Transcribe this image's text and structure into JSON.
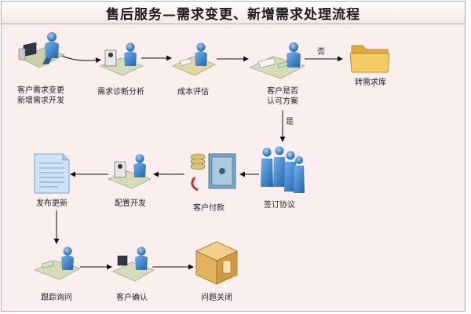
{
  "title": "售后服务—需求变更、新增需求处理流程",
  "nodes": {
    "req_change_line1": "客户需求变更",
    "req_change_line2": "新增需求开发",
    "diagnosis": "需求诊断分析",
    "cost": "成本评估",
    "accept_line1": "客户是否",
    "accept_line2": "认可方案",
    "archive": "转需求库",
    "contract": "签订协议",
    "payment": "客户付款",
    "config": "配置开发",
    "release": "发布更新",
    "follow": "跟踪询问",
    "confirm": "客户确认",
    "close": "问题关闭"
  },
  "edge_labels": {
    "no": "否",
    "yes": "是"
  },
  "colors": {
    "frame": "#b7a9a9",
    "background": "#fbeeee",
    "person": "#3f82c8",
    "desk": "#d6dbb9",
    "folder": "#efc55a",
    "box": "#e9bf6c"
  }
}
